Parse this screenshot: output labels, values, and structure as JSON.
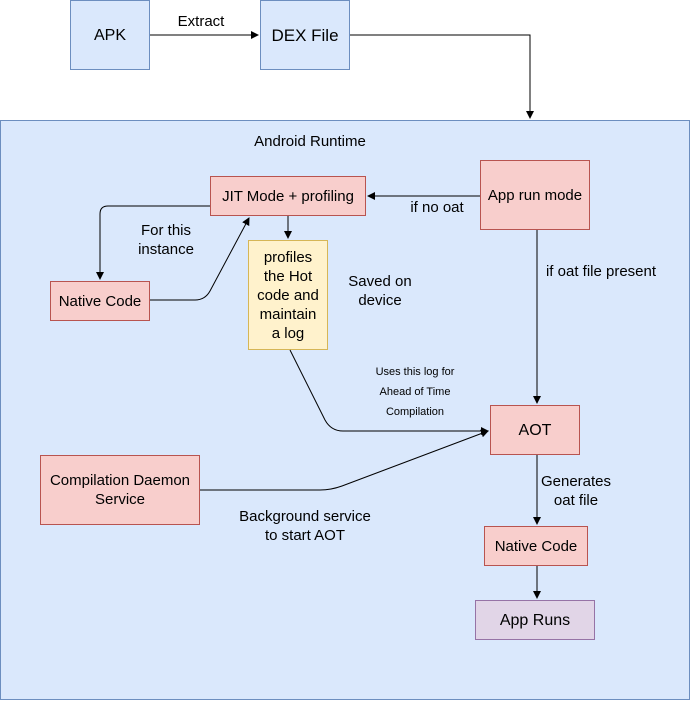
{
  "nodes": {
    "apk": "APK",
    "dex": "DEX File",
    "runtime": "Android Runtime",
    "jit": "JIT Mode + profiling",
    "app_run_mode": "App run mode",
    "native_code_left": "Native Code",
    "profiles": "profiles the Hot code and maintain a log",
    "aot": "AOT",
    "daemon": "Compilation Daemon Service",
    "native_code_bottom": "Native Code",
    "app_runs": "App Runs"
  },
  "edge_labels": {
    "extract": "Extract",
    "if_no_oat": "if no oat",
    "if_oat_present": "if oat file present",
    "for_this_instance": "For this\ninstance",
    "saved_on_device": "Saved on\ndevice",
    "uses_log": "Uses this log for\nAhead of Time\nCompilation",
    "generates_oat": "Generates\noat file",
    "background_service": "Background service\nto start AOT"
  }
}
